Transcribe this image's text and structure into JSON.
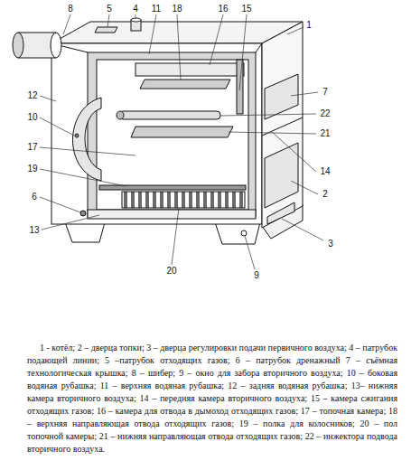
{
  "diagram": {
    "caption": "1 - котёл; 2 – дверца топки; 3 – дверца регулировки подачи первичного воздуха; 4 – патрубок подающей линии; 5 –патрубок отходящих газов; 6 – патрубок дренажный 7 – съёмная технологическая крышка; 8 – шибер; 9 – окно для забора вторичного воздуха; 10 – боковая водяная рубашка; 11 – верхняя водяная рубашка; 12 – задняя водяная рубашка; 13– нижняя камера вторичного воздуха; 14 – передняя камера вторичного воздуха; 15 – камера сжигания отходящих газов; 16 – камера для отвода в дымоход отходящих газов; 17 – топочная камера; 18 – верхняя направляющая отвода отходящих газов; 19 – полка для колосников; 20 – пол топочной камеры; 21 – нижняя направляющая отвода отходящих газов; 22 – инжектора подвода вторичного воздуха.",
    "labels": [
      "8",
      "5",
      "4",
      "11",
      "18",
      "16",
      "15",
      "1",
      "7",
      "22",
      "21",
      "14",
      "2",
      "3",
      "9",
      "20",
      "13",
      "6",
      "10",
      "12",
      "17",
      "19"
    ]
  }
}
